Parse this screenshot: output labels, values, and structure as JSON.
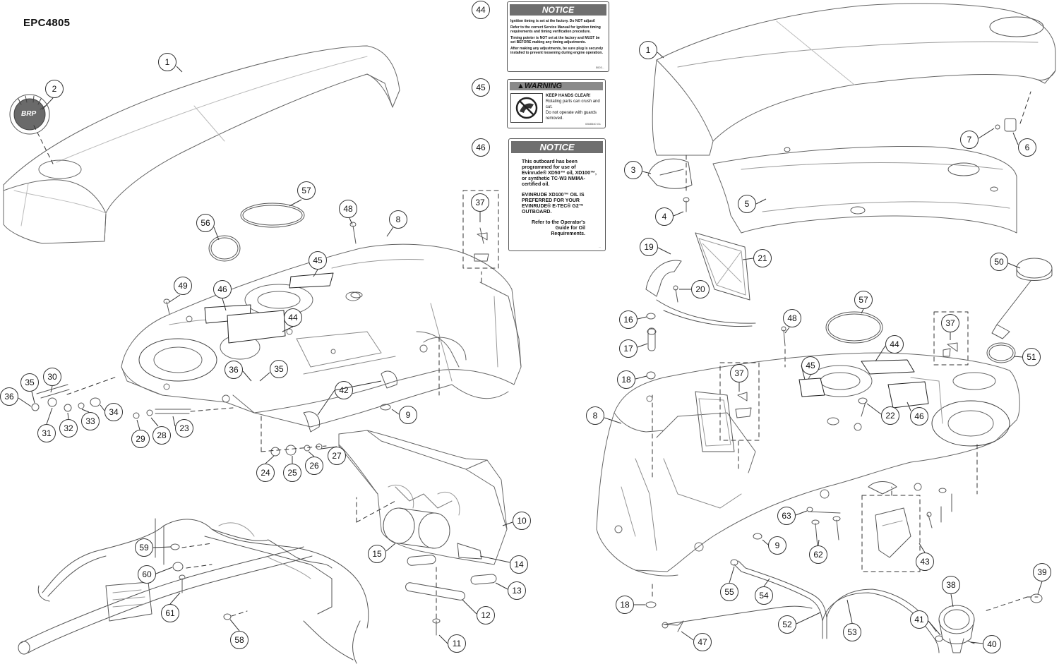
{
  "document_id": "EPC4805",
  "callout_numbers": [
    "1",
    "2",
    "1",
    "3",
    "4",
    "5",
    "6",
    "7",
    "8",
    "8",
    "9",
    "9",
    "10",
    "11",
    "12",
    "13",
    "14",
    "15",
    "16",
    "17",
    "18",
    "18",
    "19",
    "20",
    "21",
    "22",
    "23",
    "24",
    "25",
    "26",
    "27",
    "28",
    "29",
    "30",
    "31",
    "32",
    "33",
    "34",
    "35",
    "35",
    "36",
    "36",
    "37",
    "37",
    "37",
    "38",
    "39",
    "40",
    "41",
    "42",
    "43",
    "44",
    "44",
    "45",
    "45",
    "45",
    "46",
    "46",
    "46",
    "47",
    "48",
    "48",
    "49",
    "50",
    "51",
    "52",
    "53",
    "54",
    "55",
    "56",
    "57",
    "57",
    "58",
    "59",
    "60",
    "61",
    "62",
    "63"
  ],
  "decals": {
    "notice_small": {
      "heading": "NOTICE",
      "lines": [
        "Ignition timing is set at the factory. Do NOT adjust!",
        "Refer to the correct Service Manual for ignition timing requirements and timing verification procedure.",
        "Timing pointer is NOT set at the factory and MUST be set BEFORE making any timing adjustments.",
        "After making any adjustments, be sure plug is securely installed to prevent loosening during engine operation."
      ],
      "part_number": "5003..."
    },
    "warning": {
      "heading": "WARNING",
      "line1": "KEEP HANDS CLEAR!",
      "line2": "Rotating parts can crush and cut.",
      "line3": "Do not operate with guards removed.",
      "part_number": "0358540 G1"
    },
    "notice_oil": {
      "heading": "NOTICE",
      "p1": "This outboard has been programmed for use of Evinrude® XD50™ oil, XD100™, or synthetic TC-W3 NMMA-certified oil.",
      "p2": "EVINRUDE XD100™ OIL IS PREFERRED FOR YOUR EVINRUDE® E-TEC® G2™ OUTBOARD.",
      "p3": "Refer to the Operator's Guide for Oil Requirements.",
      "part_number": "..."
    }
  },
  "logo_text": "BRP"
}
